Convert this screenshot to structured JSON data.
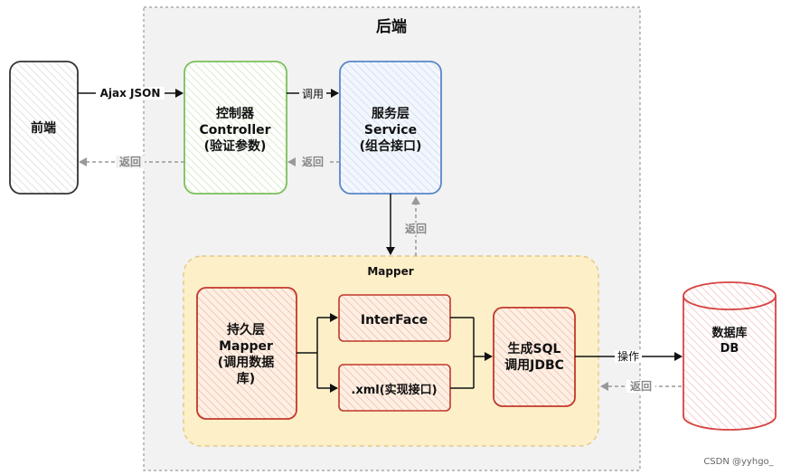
{
  "backend": {
    "title": "后端"
  },
  "frontend": {
    "label": "前端"
  },
  "controller": {
    "line1": "控制器",
    "line2": "Controller",
    "line3": "(验证参数)"
  },
  "service": {
    "line1": "服务层",
    "line2": "Service",
    "line3": "(组合接口)"
  },
  "mapper_group": {
    "title": "Mapper"
  },
  "persistence": {
    "line1": "持久层",
    "line2": "Mapper",
    "line3": "(调用数据",
    "line4": "库)"
  },
  "interface_box": {
    "label": "InterFace"
  },
  "xml_box": {
    "label": ".xml(实现接口)"
  },
  "sqlgen": {
    "line1": "生成SQL",
    "line2": "调用JDBC"
  },
  "database": {
    "line1": "数据库",
    "line2": "DB"
  },
  "edges": {
    "ajax": "Ajax JSON",
    "call": "调用",
    "return_controller": "返回",
    "return_service": "返回",
    "return_mapper": "返回",
    "operate": "操作",
    "return_db": "返回"
  },
  "watermark": "CSDN @yyhgo_",
  "colors": {
    "controller_border": "#7cbf5a",
    "service_border": "#5a86c8",
    "mapper_border": "#c0392b",
    "db_border": "#d84343",
    "mapper_fill": "#fdefc7",
    "backend_fill": "#f2f2f2"
  }
}
